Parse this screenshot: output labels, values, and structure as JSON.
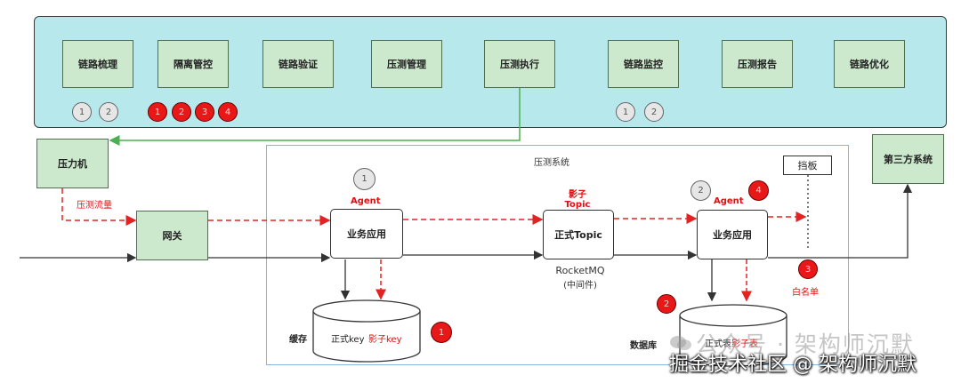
{
  "top_steps": [
    {
      "label": "链路梳理"
    },
    {
      "label": "隔离管控"
    },
    {
      "label": "链路验证"
    },
    {
      "label": "压测管理"
    },
    {
      "label": "压测执行"
    },
    {
      "label": "链路监控"
    },
    {
      "label": "压测报告"
    },
    {
      "label": "链路优化"
    }
  ],
  "badges": {
    "sort": [
      "1",
      "2"
    ],
    "isolation": [
      "1",
      "2",
      "3",
      "4"
    ],
    "monitor": [
      "1",
      "2"
    ],
    "system_agent1": "1",
    "system_agent2_grey": "2",
    "system_agent2_red": "4",
    "cache_red": "1",
    "db_red": "2",
    "whitelist_red": "3"
  },
  "system": {
    "title": "压测系统",
    "pressure_machine": "压力机",
    "pressure_traffic": "压测流量",
    "gateway": "网关",
    "agent1": "Agent",
    "business_app1": "业务应用",
    "shadow_topic_line1": "影子",
    "shadow_topic_line2": "Topic",
    "formal_topic": "正式Topic",
    "rocketmq": "RocketMQ",
    "middleware": "(中间件)",
    "agent2": "Agent",
    "business_app2": "业务应用",
    "baffle": "挡板",
    "third_party": "第三方系统",
    "whitelist": "白名单",
    "cache_label": "缓存",
    "cache_formal": "正式key",
    "cache_shadow": "影子key",
    "db_label": "数据库",
    "db_formal": "正式表",
    "db_shadow": "影子表"
  },
  "watermark": {
    "line1": "公众号 · 架构师沉默",
    "line2": "掘金技术社区 @ 架构师沉默"
  },
  "colors": {
    "panel": "#b6e8ec",
    "step_fill": "#cde9cd",
    "red_flow": "#e52222",
    "normal_flow": "#333333",
    "control_flow": "#4caf50",
    "system_border": "#82b8e0"
  }
}
